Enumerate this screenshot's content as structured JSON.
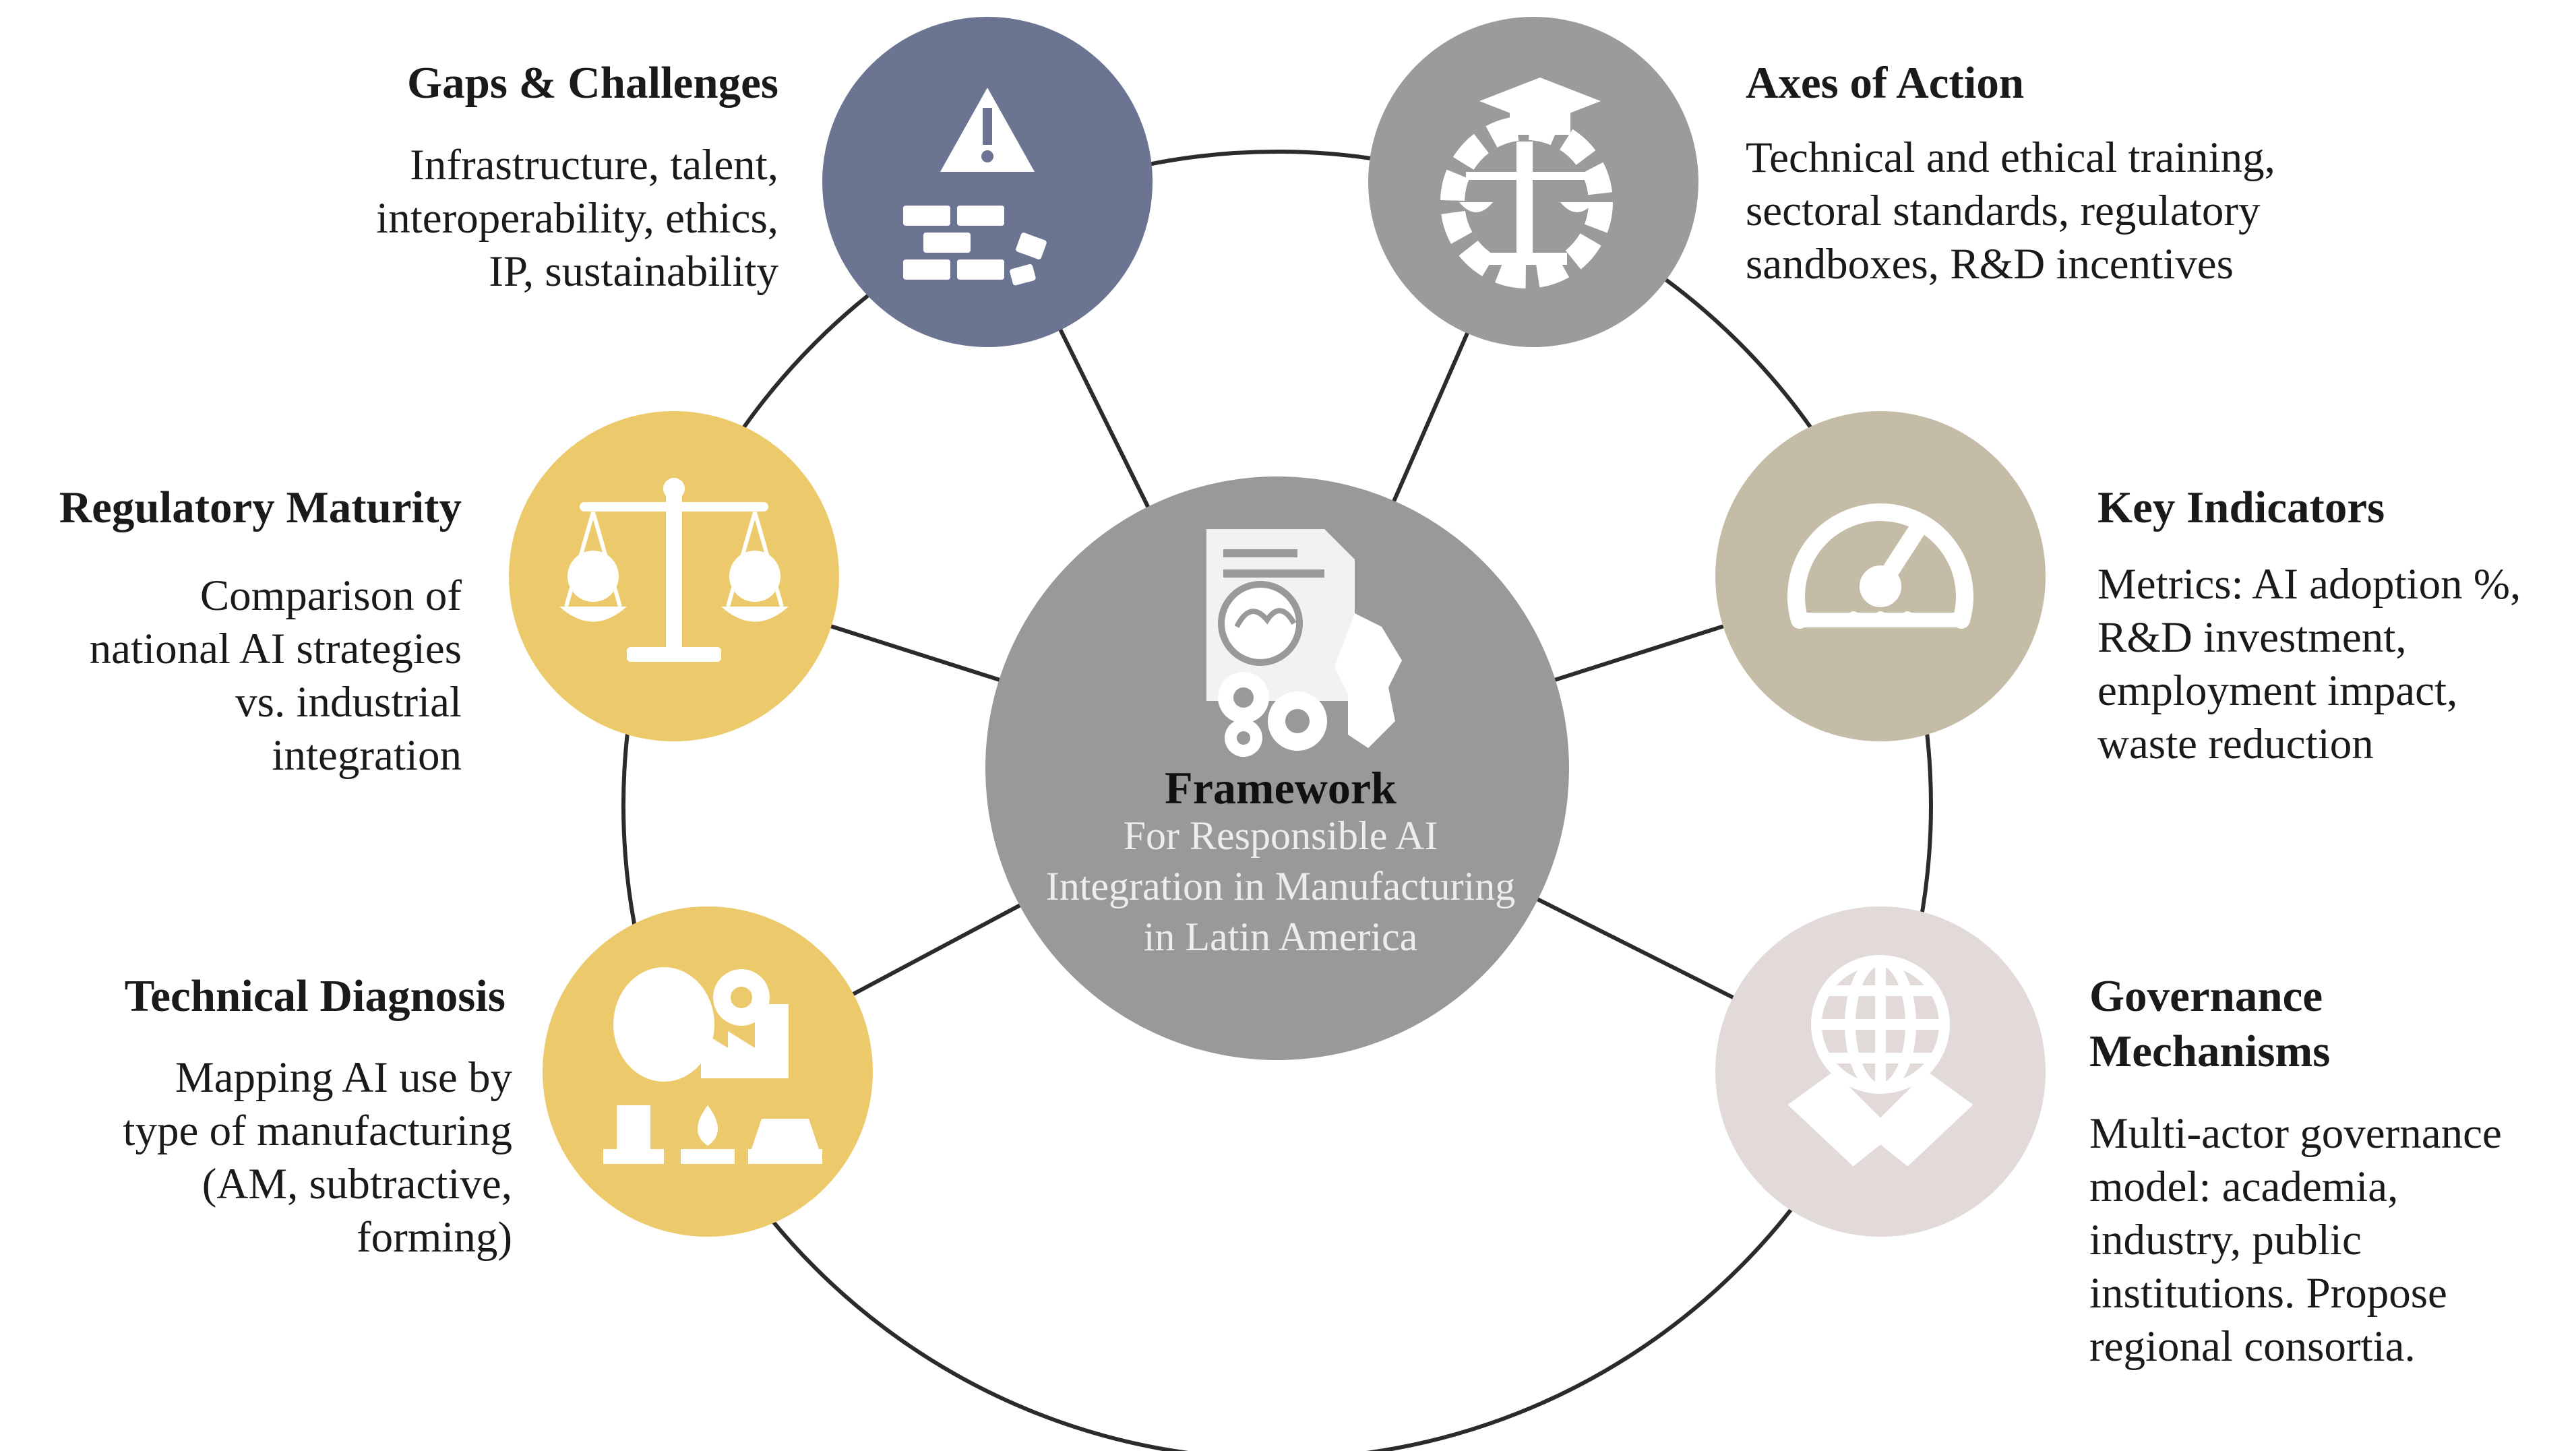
{
  "center": {
    "title": "Framework",
    "subtitle": "For Responsible AI Integration in Manufacturing in Latin America"
  },
  "nodes": {
    "gaps": {
      "title": "Gaps & Challenges",
      "lines": [
        "Infrastructure, talent,",
        "interoperability, ethics,",
        "IP, sustainability"
      ],
      "color": "#6b7591",
      "icon": "warning-bricks-icon"
    },
    "axes": {
      "title": "Axes of Action",
      "lines": [
        "Technical and ethical training,",
        "sectoral standards, regulatory",
        "sandboxes, R&D incentives"
      ],
      "color": "#9b9b9b",
      "icon": "graduation-scale-gear-icon"
    },
    "regulatory": {
      "title": "Regulatory Maturity",
      "lines": [
        "Comparison of",
        "national AI strategies",
        "vs. industrial",
        "integration"
      ],
      "color": "#ecc96b",
      "icon": "balance-scale-icon"
    },
    "indicators": {
      "title": "Key Indicators",
      "lines": [
        "Metrics: AI adoption %,",
        "R&D investment,",
        "employment impact,",
        "waste reduction"
      ],
      "color": "#c4bca6",
      "icon": "gauge-icon"
    },
    "technical": {
      "title": "Technical Diagnosis",
      "lines": [
        "Mapping AI use by",
        "type of manufacturing",
        "(AM, subtractive,",
        "forming)"
      ],
      "color": "#ecc96b",
      "icon": "brain-factory-icon"
    },
    "governance": {
      "title_lines": [
        "Governance",
        "Mechanisms"
      ],
      "lines": [
        "Multi-actor governance",
        "model: academia,",
        "industry, public",
        "institutions. Propose",
        "regional consortia."
      ],
      "color": "#e2d9d9",
      "icon": "globe-handshake-icon"
    }
  },
  "colors": {
    "hub": "#999999",
    "ring": "#2b2b2b",
    "spoke": "#2b2b2b",
    "icon": "#ffffff"
  }
}
